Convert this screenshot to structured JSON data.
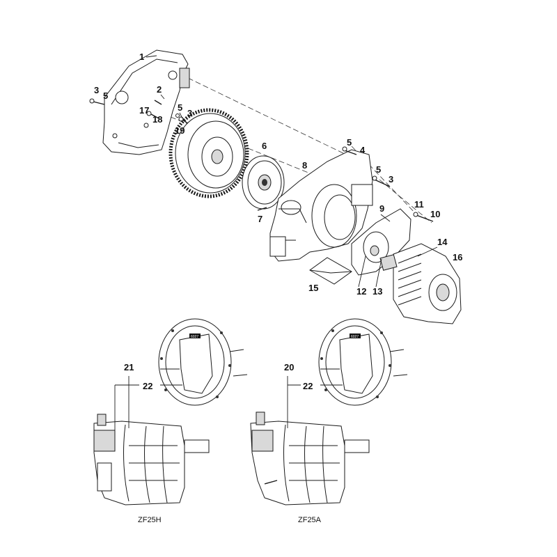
{
  "callouts": {
    "c1": "1",
    "c2": "2",
    "c3a": "3",
    "c5a": "5",
    "c17": "17",
    "c18": "18",
    "c5b": "5",
    "c3b": "3",
    "c19": "19",
    "c6": "6",
    "c7": "7",
    "c8": "8",
    "c5c": "5",
    "c4": "4",
    "c5d": "5",
    "c3c": "3",
    "c9": "9",
    "c11": "11",
    "c10": "10",
    "c14": "14",
    "c16": "16",
    "c12": "12",
    "c13": "13",
    "c15": "15",
    "c21": "21",
    "c22a": "22",
    "c20": "20",
    "c22b": "22"
  },
  "captions": {
    "left": "ZF25H",
    "right": "ZF25A"
  },
  "plate_marking": "6027"
}
